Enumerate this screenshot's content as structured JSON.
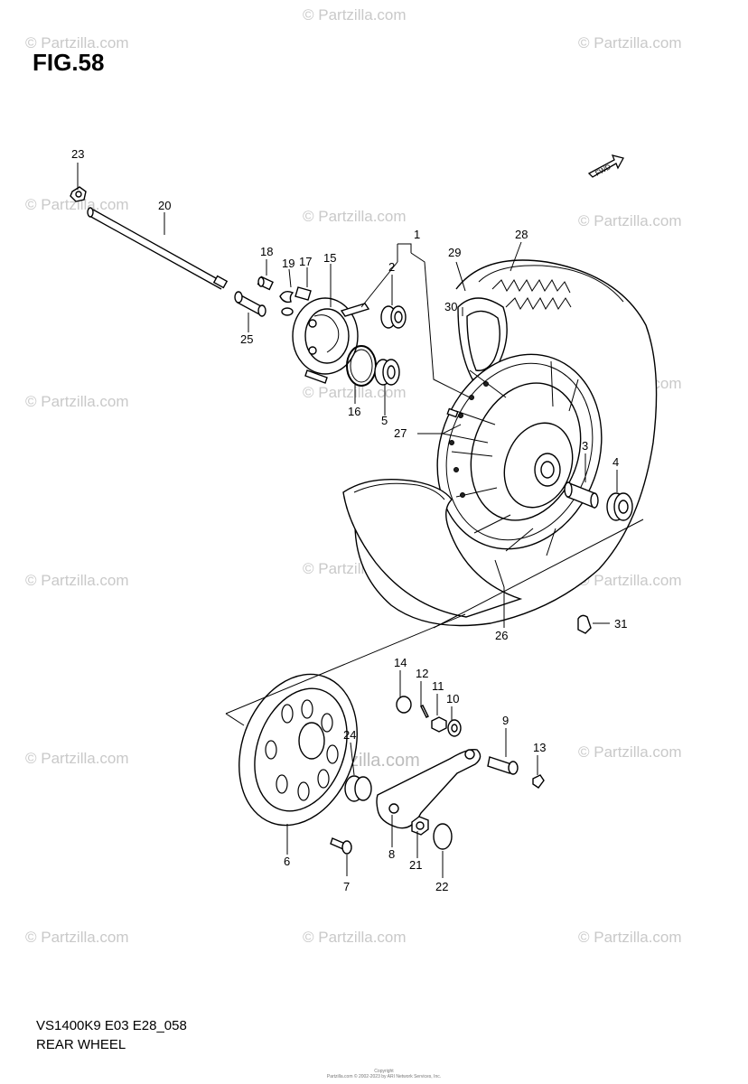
{
  "figure": {
    "title": "FIG.58"
  },
  "footer": {
    "code": "VS1400K9 E03 E28_058",
    "name": "REAR WHEEL"
  },
  "copyright": {
    "line1": "Copyright",
    "line2": "Partzilla.com © 2002-2023 by ARI Network Services, Inc."
  },
  "watermark": {
    "text": "© Partzilla.com",
    "center_text": "© Partzilla.com"
  },
  "direction_arrow": {
    "label": "FWD"
  },
  "callouts": [
    "1",
    "2",
    "3",
    "4",
    "5",
    "6",
    "7",
    "8",
    "9",
    "10",
    "11",
    "12",
    "13",
    "14",
    "15",
    "16",
    "17",
    "18",
    "19",
    "20",
    "21",
    "22",
    "23",
    "24",
    "25",
    "26",
    "27",
    "28",
    "29",
    "30",
    "31"
  ],
  "colors": {
    "line": "#000000",
    "watermark": "#c9c9c9",
    "background": "#ffffff"
  }
}
